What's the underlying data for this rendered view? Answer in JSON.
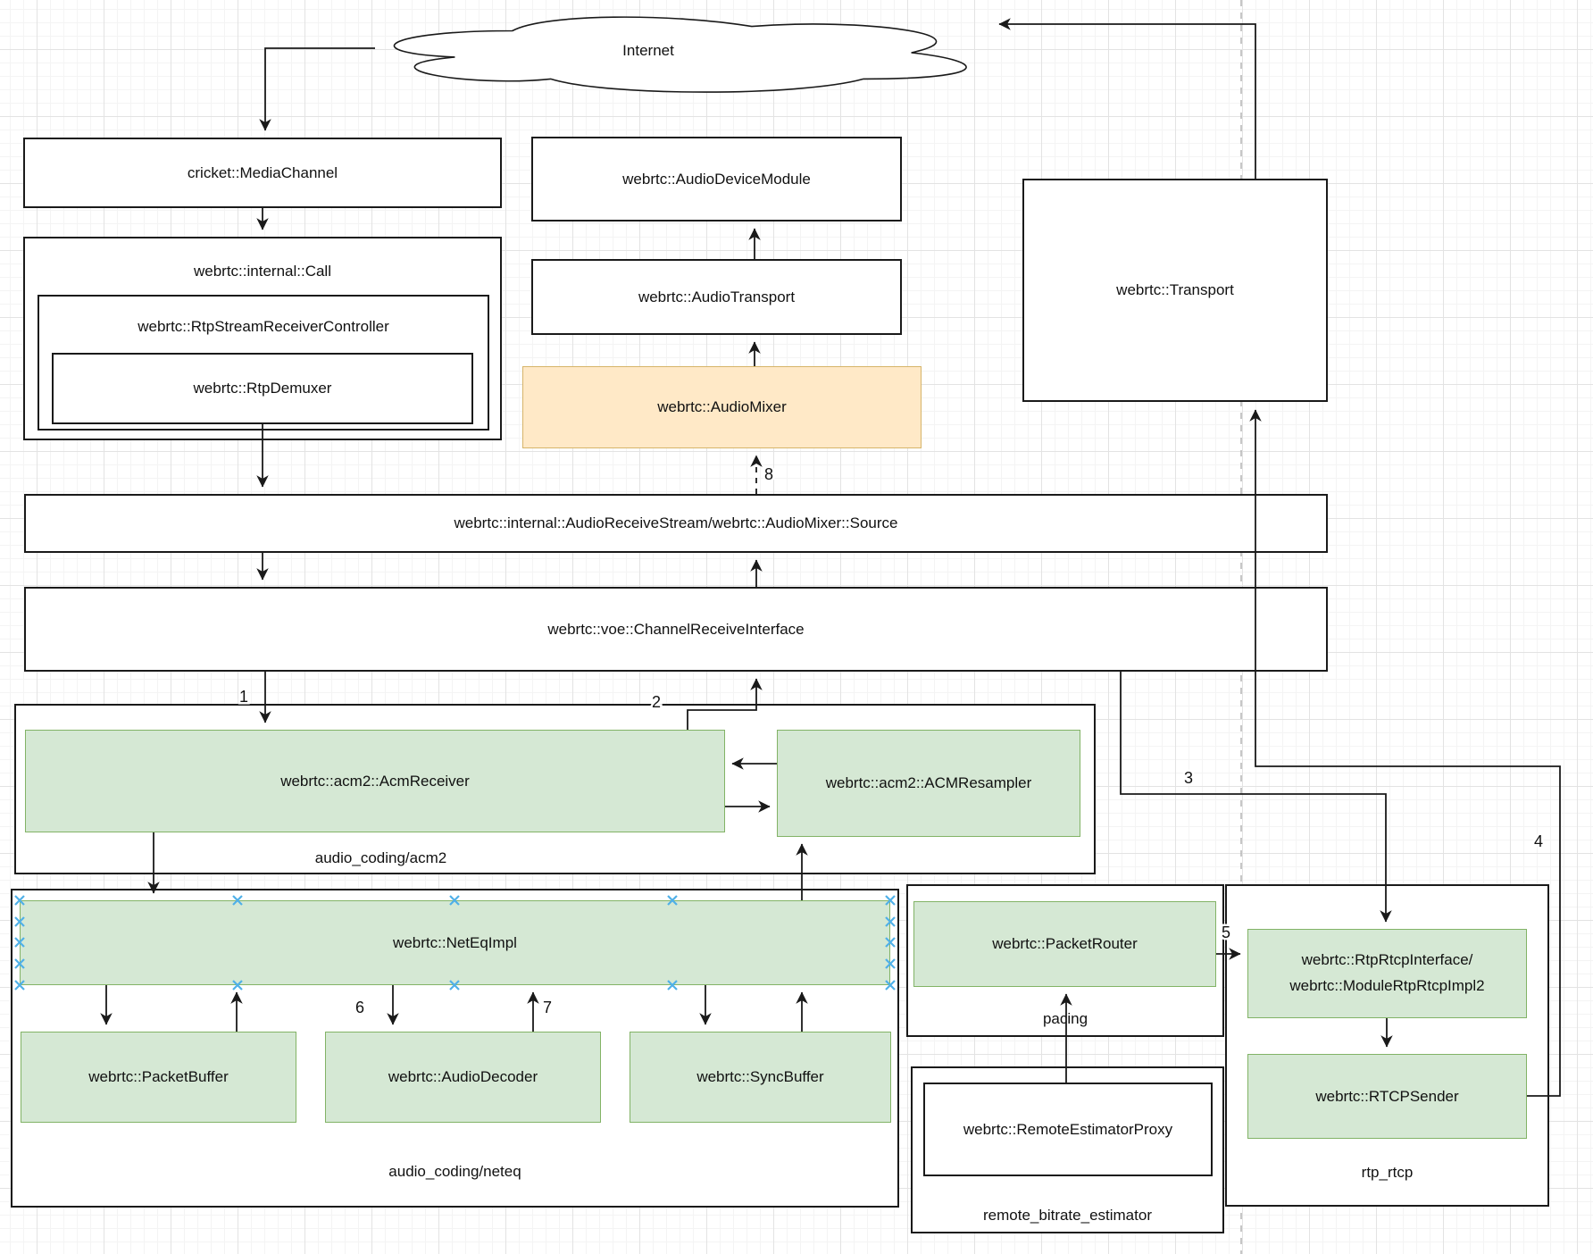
{
  "app": {
    "type": "drawio-style diagram canvas",
    "topic": "WebRTC audio receive-side architecture"
  },
  "nodes": {
    "internet": "Internet",
    "media_channel": "cricket::MediaChannel",
    "call": "webrtc::internal::Call",
    "rtp_stream_receiver_controller": "webrtc::RtpStreamReceiverController",
    "rtp_demuxer": "webrtc::RtpDemuxer",
    "audio_device_module": "webrtc::AudioDeviceModule",
    "audio_transport": "webrtc::AudioTransport",
    "audio_mixer": "webrtc::AudioMixer",
    "transport": "webrtc::Transport",
    "audio_receive_stream": "webrtc::internal::AudioReceiveStream/webrtc::AudioMixer::Source",
    "channel_receive_interface": "webrtc::voe::ChannelReceiveInterface",
    "acm_receiver": "webrtc::acm2::AcmReceiver",
    "acm_resampler": "webrtc::acm2::ACMResampler",
    "neteq_impl": "webrtc::NetEqImpl",
    "packet_buffer": "webrtc::PacketBuffer",
    "audio_decoder": "webrtc::AudioDecoder",
    "sync_buffer": "webrtc::SyncBuffer",
    "packet_router": "webrtc::PacketRouter",
    "remote_estimator_proxy": "webrtc::RemoteEstimatorProxy",
    "rtp_rtcp_interface_line1": "webrtc::RtpRtcpInterface/",
    "rtp_rtcp_interface_line2": "webrtc::ModuleRtpRtcpImpl2",
    "rtcp_sender": "webrtc::RTCPSender"
  },
  "groups": {
    "acm2": "audio_coding/acm2",
    "neteq": "audio_coding/neteq",
    "pacing": "pacing",
    "remote_bitrate_estimator": "remote_bitrate_estimator",
    "rtp_rtcp": "rtp_rtcp"
  },
  "edge_labels": {
    "e1": "1",
    "e2": "2",
    "e3": "3",
    "e4": "4",
    "e5": "5",
    "e6": "6",
    "e7": "7",
    "e8": "8"
  },
  "colors": {
    "node_green_fill": "#d5e8d4",
    "node_green_border": "#82b366",
    "node_orange_fill": "#ffe9c7",
    "node_orange_border": "#d6b469",
    "connection_point_blue": "#4fb0e8",
    "edge_black": "#1a1a1a",
    "guide_dash_gray": "#b3b3b3"
  }
}
